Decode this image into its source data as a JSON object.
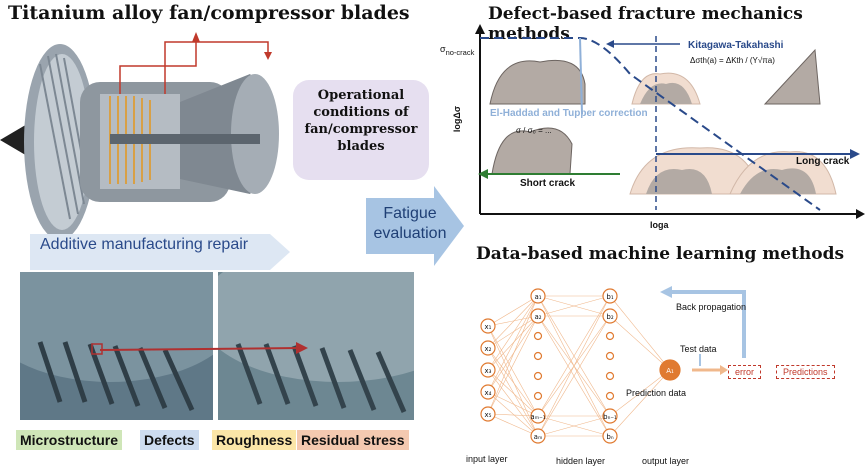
{
  "left": {
    "title": "Titanium alloy fan/compressor blades",
    "operational": [
      "Operational",
      "conditions of",
      "fan/compressor",
      "blades"
    ],
    "am_repair": "Additive manufacturing repair",
    "tags": [
      {
        "label": "Microstructure",
        "color": "#cfe6b8"
      },
      {
        "label": "Defects",
        "color": "#cddcf0"
      },
      {
        "label": "Roughness",
        "color": "#fbe6a8"
      },
      {
        "label": "Residual stress",
        "color": "#f4c9b0"
      }
    ]
  },
  "center": {
    "arrow_text": [
      "Fatigue",
      "evaluation"
    ]
  },
  "fracture": {
    "title": "Defect-based fracture mechanics methods",
    "y_axis": "logΔσ",
    "x_axis": "loga",
    "y_top_label": "σ",
    "y_top_sub": "no-crack",
    "kt_label": "Kitagawa-Takahashi",
    "kt_formula": "Δσth(a) = ΔKth / (Y√πa)",
    "eh_label": "El-Haddad and Tupper correction",
    "eh_formula": "σ / σ₀ = ...",
    "short_crack": "Short crack",
    "long_crack": "Long crack"
  },
  "ml": {
    "title": "Data-based machine learning methods",
    "back_propagation": "Back propagation",
    "test_data": "Test data",
    "error": "error",
    "predictions": "Predictions",
    "prediction_data": "Prediction data",
    "input_layer": "input layer",
    "hidden_layer": "hidden layer",
    "output_layer": "output layer",
    "output_node": "A₁",
    "inputs": [
      "x₁",
      "x₂",
      "x₃",
      "x₄",
      "x₅"
    ],
    "hidden1": [
      "a₁",
      "a₂",
      "",
      "",
      "",
      "",
      "aₘ₋₁",
      "aₘ"
    ],
    "hidden2": [
      "b₁",
      "b₂",
      "",
      "",
      "",
      "",
      "bₙ₋₁",
      "bₙ"
    ]
  },
  "colors": {
    "accent_orange": "#e07a30",
    "arrow_blue": "#a7c4e3",
    "bubble": "#e6dff0",
    "dash_blue": "#2a4a8a",
    "crack_green": "#2e7d32"
  }
}
